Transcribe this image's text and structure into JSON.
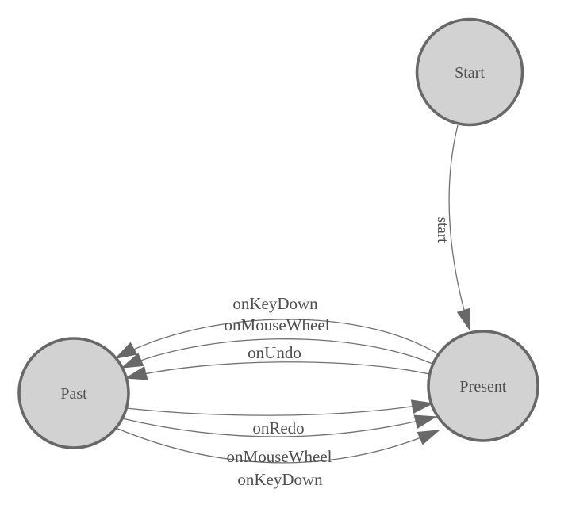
{
  "diagram": {
    "type": "state-machine",
    "colors": {
      "background": "#ffffff",
      "node_fill": "#d2d2d2",
      "node_border": "#686868",
      "edge": "#6f6f6f",
      "arrow": "#686868",
      "text": "#4d4d4d"
    },
    "nodes": [
      {
        "id": "start",
        "label": "Start"
      },
      {
        "id": "present",
        "label": "Present"
      },
      {
        "id": "past",
        "label": "Past"
      }
    ],
    "edges": [
      {
        "from": "Start",
        "to": "Present",
        "label": "start"
      },
      {
        "from": "Present",
        "to": "Past",
        "label": "onKeyDown"
      },
      {
        "from": "Present",
        "to": "Past",
        "label": "onMouseWheel"
      },
      {
        "from": "Present",
        "to": "Past",
        "label": "onUndo"
      },
      {
        "from": "Past",
        "to": "Present",
        "label": "onRedo"
      },
      {
        "from": "Past",
        "to": "Present",
        "label": "onMouseWheel"
      },
      {
        "from": "Past",
        "to": "Present",
        "label": "onKeyDown"
      }
    ]
  }
}
